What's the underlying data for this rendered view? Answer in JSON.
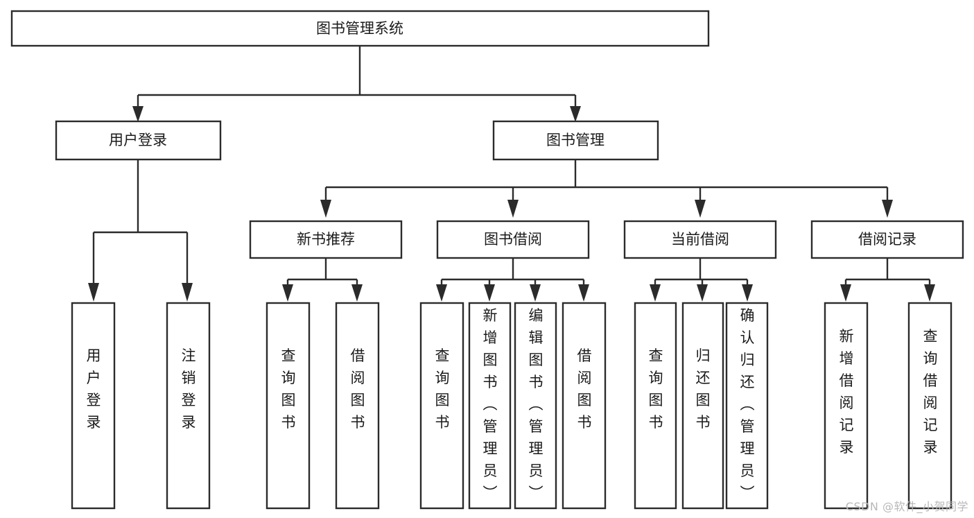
{
  "diagram": {
    "type": "tree-hierarchy",
    "title": "图书管理系统",
    "watermark": "CSDN @软件_小贺同学",
    "colors": {
      "box_stroke": "#2b2b2b",
      "box_fill": "#ffffff",
      "text": "#1a1a1a",
      "background": "#ffffff",
      "watermark": "#b8b8b8"
    },
    "levels": {
      "root": "图书管理系统",
      "level1": [
        "用户登录",
        "图书管理"
      ],
      "level2": [
        "新书推荐",
        "图书借阅",
        "当前借阅",
        "借阅记录"
      ]
    },
    "nodes": {
      "root": {
        "label": "图书管理系统"
      },
      "user_login": {
        "label": "用户登录"
      },
      "book_manage": {
        "label": "图书管理"
      },
      "new_book_rec": {
        "label": "新书推荐"
      },
      "book_borrow": {
        "label": "图书借阅"
      },
      "current_borrow": {
        "label": "当前借阅"
      },
      "borrow_record": {
        "label": "借阅记录"
      }
    },
    "leaves": {
      "user_login": [
        {
          "label": "用户登录"
        },
        {
          "label": "注销登录"
        }
      ],
      "new_book_rec": [
        {
          "label": "查询图书"
        },
        {
          "label": "借阅图书"
        }
      ],
      "book_borrow": [
        {
          "label": "查询图书"
        },
        {
          "label": "新增图书（管理员）"
        },
        {
          "label": "编辑图书（管理员）"
        },
        {
          "label": "借阅图书"
        }
      ],
      "current_borrow": [
        {
          "label": "查询图书"
        },
        {
          "label": "归还图书"
        },
        {
          "label": "确认归还（管理员）"
        }
      ],
      "borrow_record": [
        {
          "label": "新增借阅记录"
        },
        {
          "label": "查询借阅记录"
        }
      ]
    }
  }
}
